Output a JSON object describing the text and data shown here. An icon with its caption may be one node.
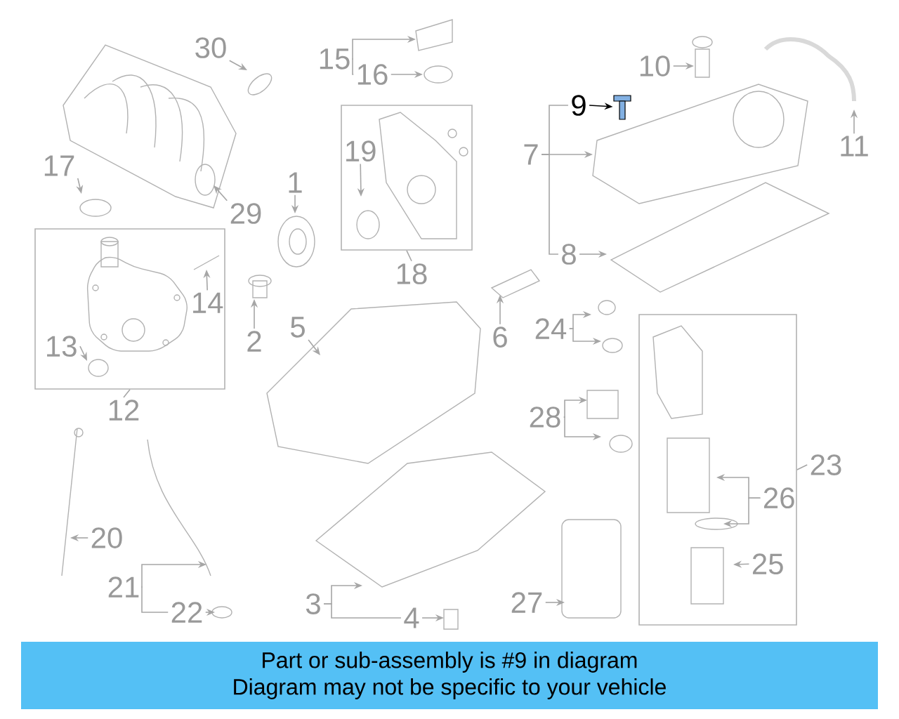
{
  "diagram": {
    "nodes": [
      {
        "text": [],
        "shape": "box"
      },
      {
        "text": [],
        "shape": "box"
      },
      {
        "text": [],
        "shape": "box"
      },
      {
        "text": [
          "1"
        ]
      },
      {
        "text": [
          "2"
        ]
      },
      {
        "text": [
          "3"
        ]
      },
      {
        "text": [
          "4"
        ]
      },
      {
        "text": [
          "5"
        ]
      },
      {
        "text": [
          "6"
        ]
      },
      {
        "text": [
          "7"
        ]
      },
      {
        "text": [
          "8"
        ]
      },
      {
        "text": [
          "9"
        ]
      },
      {
        "text": [
          "10"
        ]
      },
      {
        "text": [
          "11"
        ]
      },
      {
        "text": [
          "12"
        ]
      },
      {
        "text": [
          "13"
        ],
        "in": 0
      },
      {
        "text": [
          "14"
        ],
        "in": 0
      },
      {
        "text": [
          "15"
        ]
      },
      {
        "text": [
          "16"
        ]
      },
      {
        "text": [
          "17"
        ]
      },
      {
        "text": [
          "18"
        ]
      },
      {
        "text": [
          "19"
        ],
        "in": 1
      },
      {
        "text": [
          "20"
        ]
      },
      {
        "text": [
          "21"
        ]
      },
      {
        "text": [
          "22"
        ]
      },
      {
        "text": [
          "23"
        ]
      },
      {
        "text": [
          "24"
        ]
      },
      {
        "text": [
          "25"
        ],
        "in": 2
      },
      {
        "text": [
          "26"
        ],
        "in": 2
      },
      {
        "text": [
          "27"
        ]
      },
      {
        "text": [
          "28"
        ]
      },
      {
        "text": [
          "29"
        ]
      },
      {
        "text": [
          "30"
        ]
      },
      {
        "text": [
          "Part or sub-assembly is #9 in diagram",
          "Diagram may not be specific to your vehicle"
        ]
      },
      {
        "text": [],
        "shape": "picture"
      }
    ],
    "edges": [
      {
        "from": 3,
        "to": null,
        "arrow": "to"
      },
      {
        "from": 4,
        "to": null,
        "arrow": "to"
      },
      {
        "from": 5,
        "to": null,
        "arrow": "to"
      },
      {
        "from": 5,
        "to": 6,
        "arrow": "none"
      },
      {
        "from": 6,
        "to": null,
        "arrow": "to"
      },
      {
        "from": 7,
        "to": null,
        "arrow": "to"
      },
      {
        "from": 8,
        "to": null,
        "arrow": "to"
      },
      {
        "from": 9,
        "to": 11,
        "arrow": "none"
      },
      {
        "from": 9,
        "to": null,
        "arrow": "to"
      },
      {
        "from": 9,
        "to": 10,
        "arrow": "none"
      },
      {
        "from": 10,
        "to": null,
        "arrow": "to"
      },
      {
        "from": 11,
        "to": 34,
        "arrow": "to",
        "color": "#000000"
      },
      {
        "from": 12,
        "to": null,
        "arrow": "to"
      },
      {
        "from": 13,
        "to": null,
        "arrow": "to"
      },
      {
        "from": 14,
        "to": 0,
        "arrow": "none"
      },
      {
        "from": 15,
        "to": null,
        "arrow": "to"
      },
      {
        "from": 16,
        "to": null,
        "arrow": "to"
      },
      {
        "from": 17,
        "to": null,
        "arrow": "to"
      },
      {
        "from": 17,
        "to": 18,
        "arrow": "none"
      },
      {
        "from": 18,
        "to": null,
        "arrow": "to"
      },
      {
        "from": 19,
        "to": null,
        "arrow": "to"
      },
      {
        "from": 20,
        "to": 1,
        "arrow": "none"
      },
      {
        "from": 21,
        "to": null,
        "arrow": "to"
      },
      {
        "from": 22,
        "to": null,
        "arrow": "to"
      },
      {
        "from": 23,
        "to": null,
        "arrow": "to"
      },
      {
        "from": 23,
        "to": 24,
        "arrow": "none"
      },
      {
        "from": 24,
        "to": null,
        "arrow": "to"
      },
      {
        "from": 25,
        "to": 2,
        "arrow": "none"
      },
      {
        "from": 26,
        "to": null,
        "arrow": "to"
      },
      {
        "from": 26,
        "to": null,
        "arrow": "to"
      },
      {
        "from": 27,
        "to": null,
        "arrow": "to"
      },
      {
        "from": 28,
        "to": null,
        "arrow": "to"
      },
      {
        "from": 28,
        "to": null,
        "arrow": "to"
      },
      {
        "from": 29,
        "to": null,
        "arrow": "to"
      },
      {
        "from": 30,
        "to": null,
        "arrow": "to"
      },
      {
        "from": 30,
        "to": null,
        "arrow": "to"
      },
      {
        "from": 31,
        "to": null,
        "arrow": "to"
      },
      {
        "from": 32,
        "to": null,
        "arrow": "to"
      }
    ]
  }
}
